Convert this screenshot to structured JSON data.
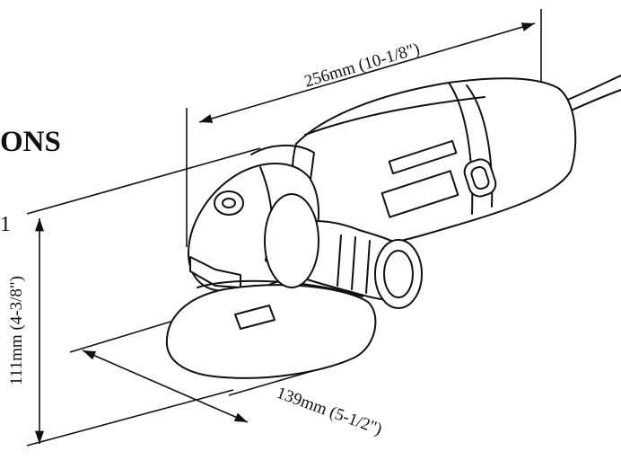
{
  "page": {
    "heading_fragment": "ONS",
    "margin_fragment": "1"
  },
  "dimensions": {
    "length_label": "256mm (10-1/8\")",
    "height_label": "111mm (4-3/8\")",
    "width_label": "139mm (5-1/2\")"
  },
  "colors": {
    "ink": "#111111",
    "paper": "#ffffff"
  }
}
